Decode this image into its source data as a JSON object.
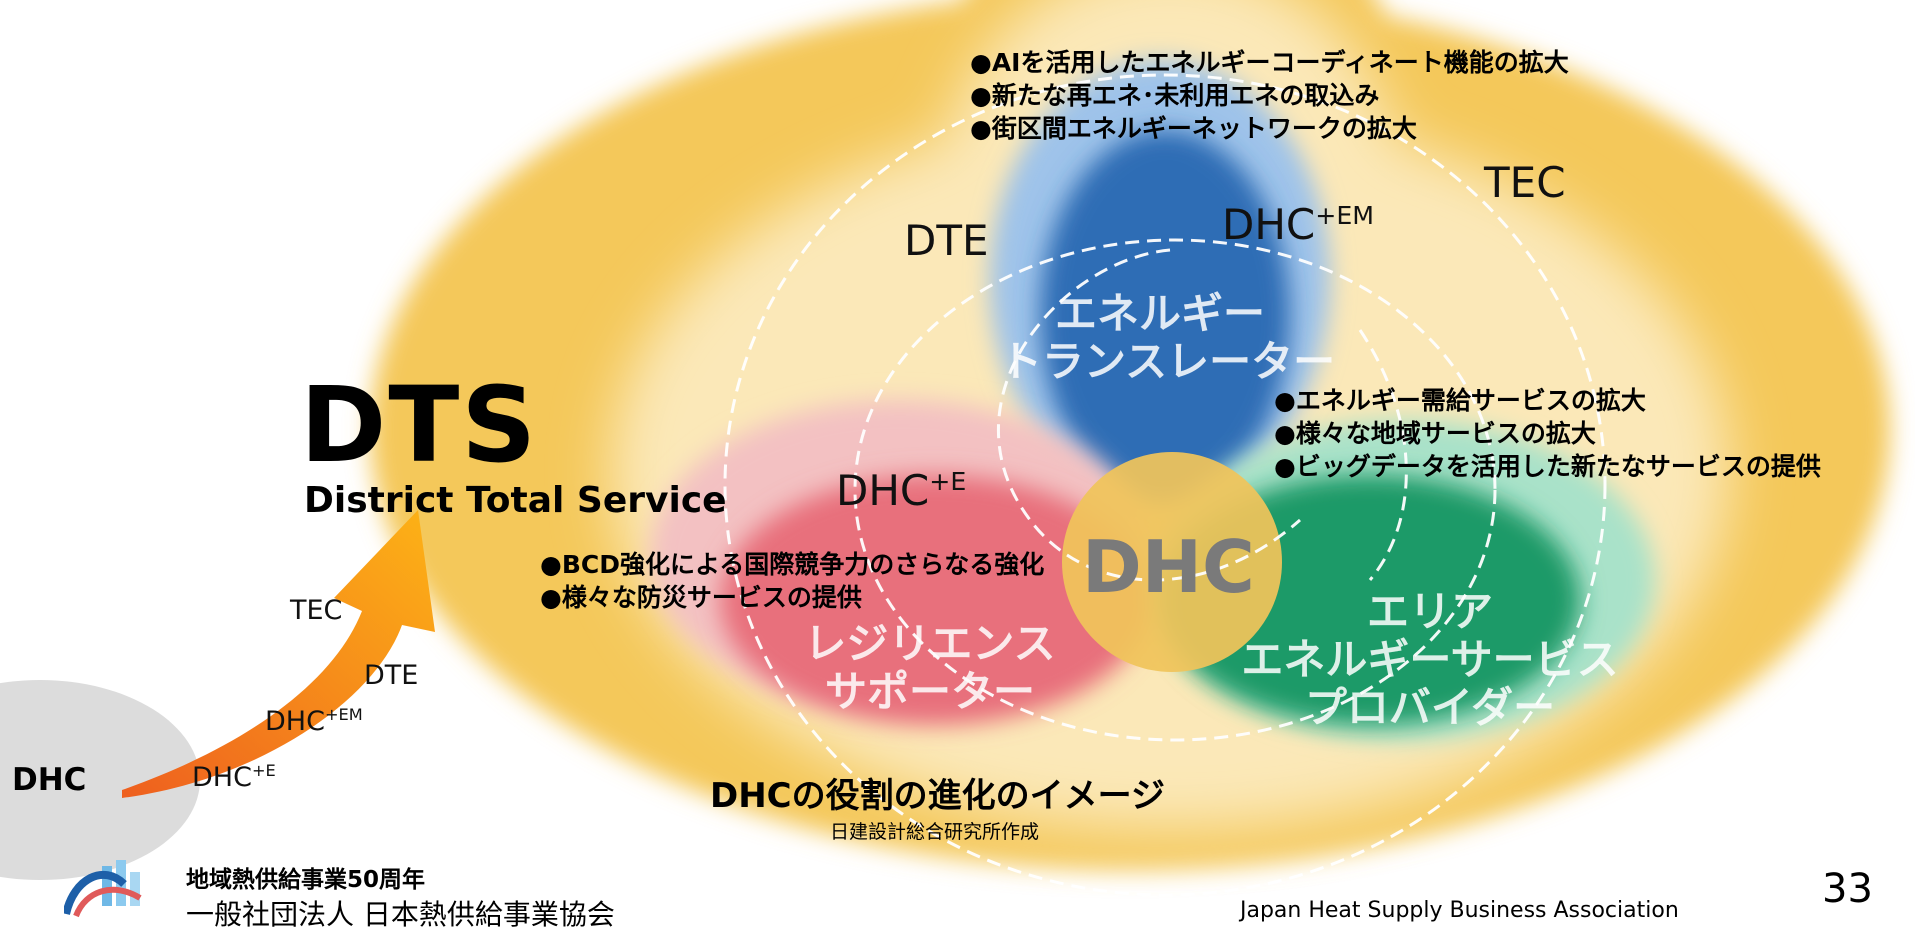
{
  "dts": {
    "title": "DTS",
    "subtitle": "District Total Service"
  },
  "evolution": {
    "base": "DHC",
    "steps": [
      {
        "text": "DHC",
        "sup": "+E"
      },
      {
        "text": "DHC",
        "sup": "+EM"
      },
      {
        "text": "DTE",
        "sup": ""
      },
      {
        "text": "TEC",
        "sup": ""
      }
    ]
  },
  "levels": {
    "dte": "DTE",
    "tec": "TEC",
    "dhc_em": {
      "text": "DHC",
      "sup": "+EM"
    },
    "dhc_e": {
      "text": "DHC",
      "sup": "+E"
    }
  },
  "center": "DHC",
  "roles": {
    "translator": [
      "エネルギー",
      "トランスレーター"
    ],
    "supporter": [
      "レジリエンス",
      "サポーター"
    ],
    "provider": [
      "エリア",
      "エネルギーサービス",
      "プロバイダー"
    ]
  },
  "bullets": {
    "top": [
      "●AIを活用したエネルギーコーディネート機能の拡大",
      "●新たな再エネ･未利用エネの取込み",
      "●街区間エネルギーネットワークの拡大"
    ],
    "right": [
      "●エネルギー需給サービスの拡大",
      "●様々な地域サービスの拡大",
      "●ビッグデータを活用した新たなサービスの提供"
    ],
    "left": [
      "●BCD強化による国際競争力のさらなる強化",
      "●様々な防災サービスの提供"
    ]
  },
  "caption": {
    "title": "DHCの役割の進化のイメージ",
    "credit": "日建設計総合研究所作成"
  },
  "footer": {
    "anniversary": "地域熱供給事業50周年",
    "org": "一般社団法人 日本熱供給事業協会",
    "org_en": "Japan Heat Supply Business Association",
    "page": "33"
  },
  "colors": {
    "outer": "#f4c85a",
    "cream": "#fbecc4",
    "blue": "#2f6db5",
    "red": "#e8707b",
    "green": "#1f9a68",
    "center": "#f0c45a",
    "arrow_start": "#ee5f1f",
    "arrow_end": "#fdb316"
  }
}
